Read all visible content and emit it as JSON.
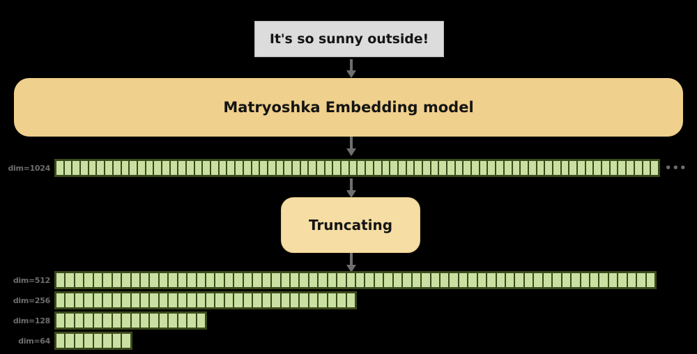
{
  "theme": {
    "background": "#000000",
    "accent_box": "#EFD08C",
    "accent_box_light": "#F5DDA3",
    "input_box": "#DCDCDC",
    "cell_fill": "#C9E0A2",
    "cell_border": "#3B4A1B",
    "arrow": "#6E6E6E",
    "label_text": "#6E6E6E"
  },
  "input": {
    "text": "It's so sunny outside!"
  },
  "model": {
    "title": "Matryoshka Embedding model"
  },
  "truncating": {
    "title": "Truncating"
  },
  "full_embedding": {
    "label": "dim=1024",
    "cells": 74,
    "ellipsis": "•••"
  },
  "truncated_embeddings": [
    {
      "label": "dim=512",
      "cells": 64
    },
    {
      "label": "dim=256",
      "cells": 32
    },
    {
      "label": "dim=128",
      "cells": 16
    },
    {
      "label": "dim=64",
      "cells": 8
    }
  ]
}
